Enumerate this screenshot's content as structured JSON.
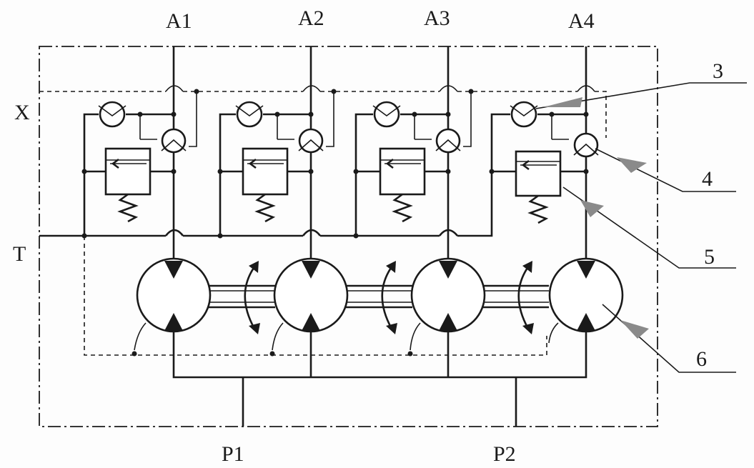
{
  "labels": {
    "a1": "A1",
    "a2": "A2",
    "a3": "A3",
    "a4": "A4",
    "x": "X",
    "t": "T",
    "p1": "P1",
    "p2": "P2"
  },
  "callouts": {
    "c3": "3",
    "c4": "4",
    "c5": "5",
    "c6": "6"
  }
}
